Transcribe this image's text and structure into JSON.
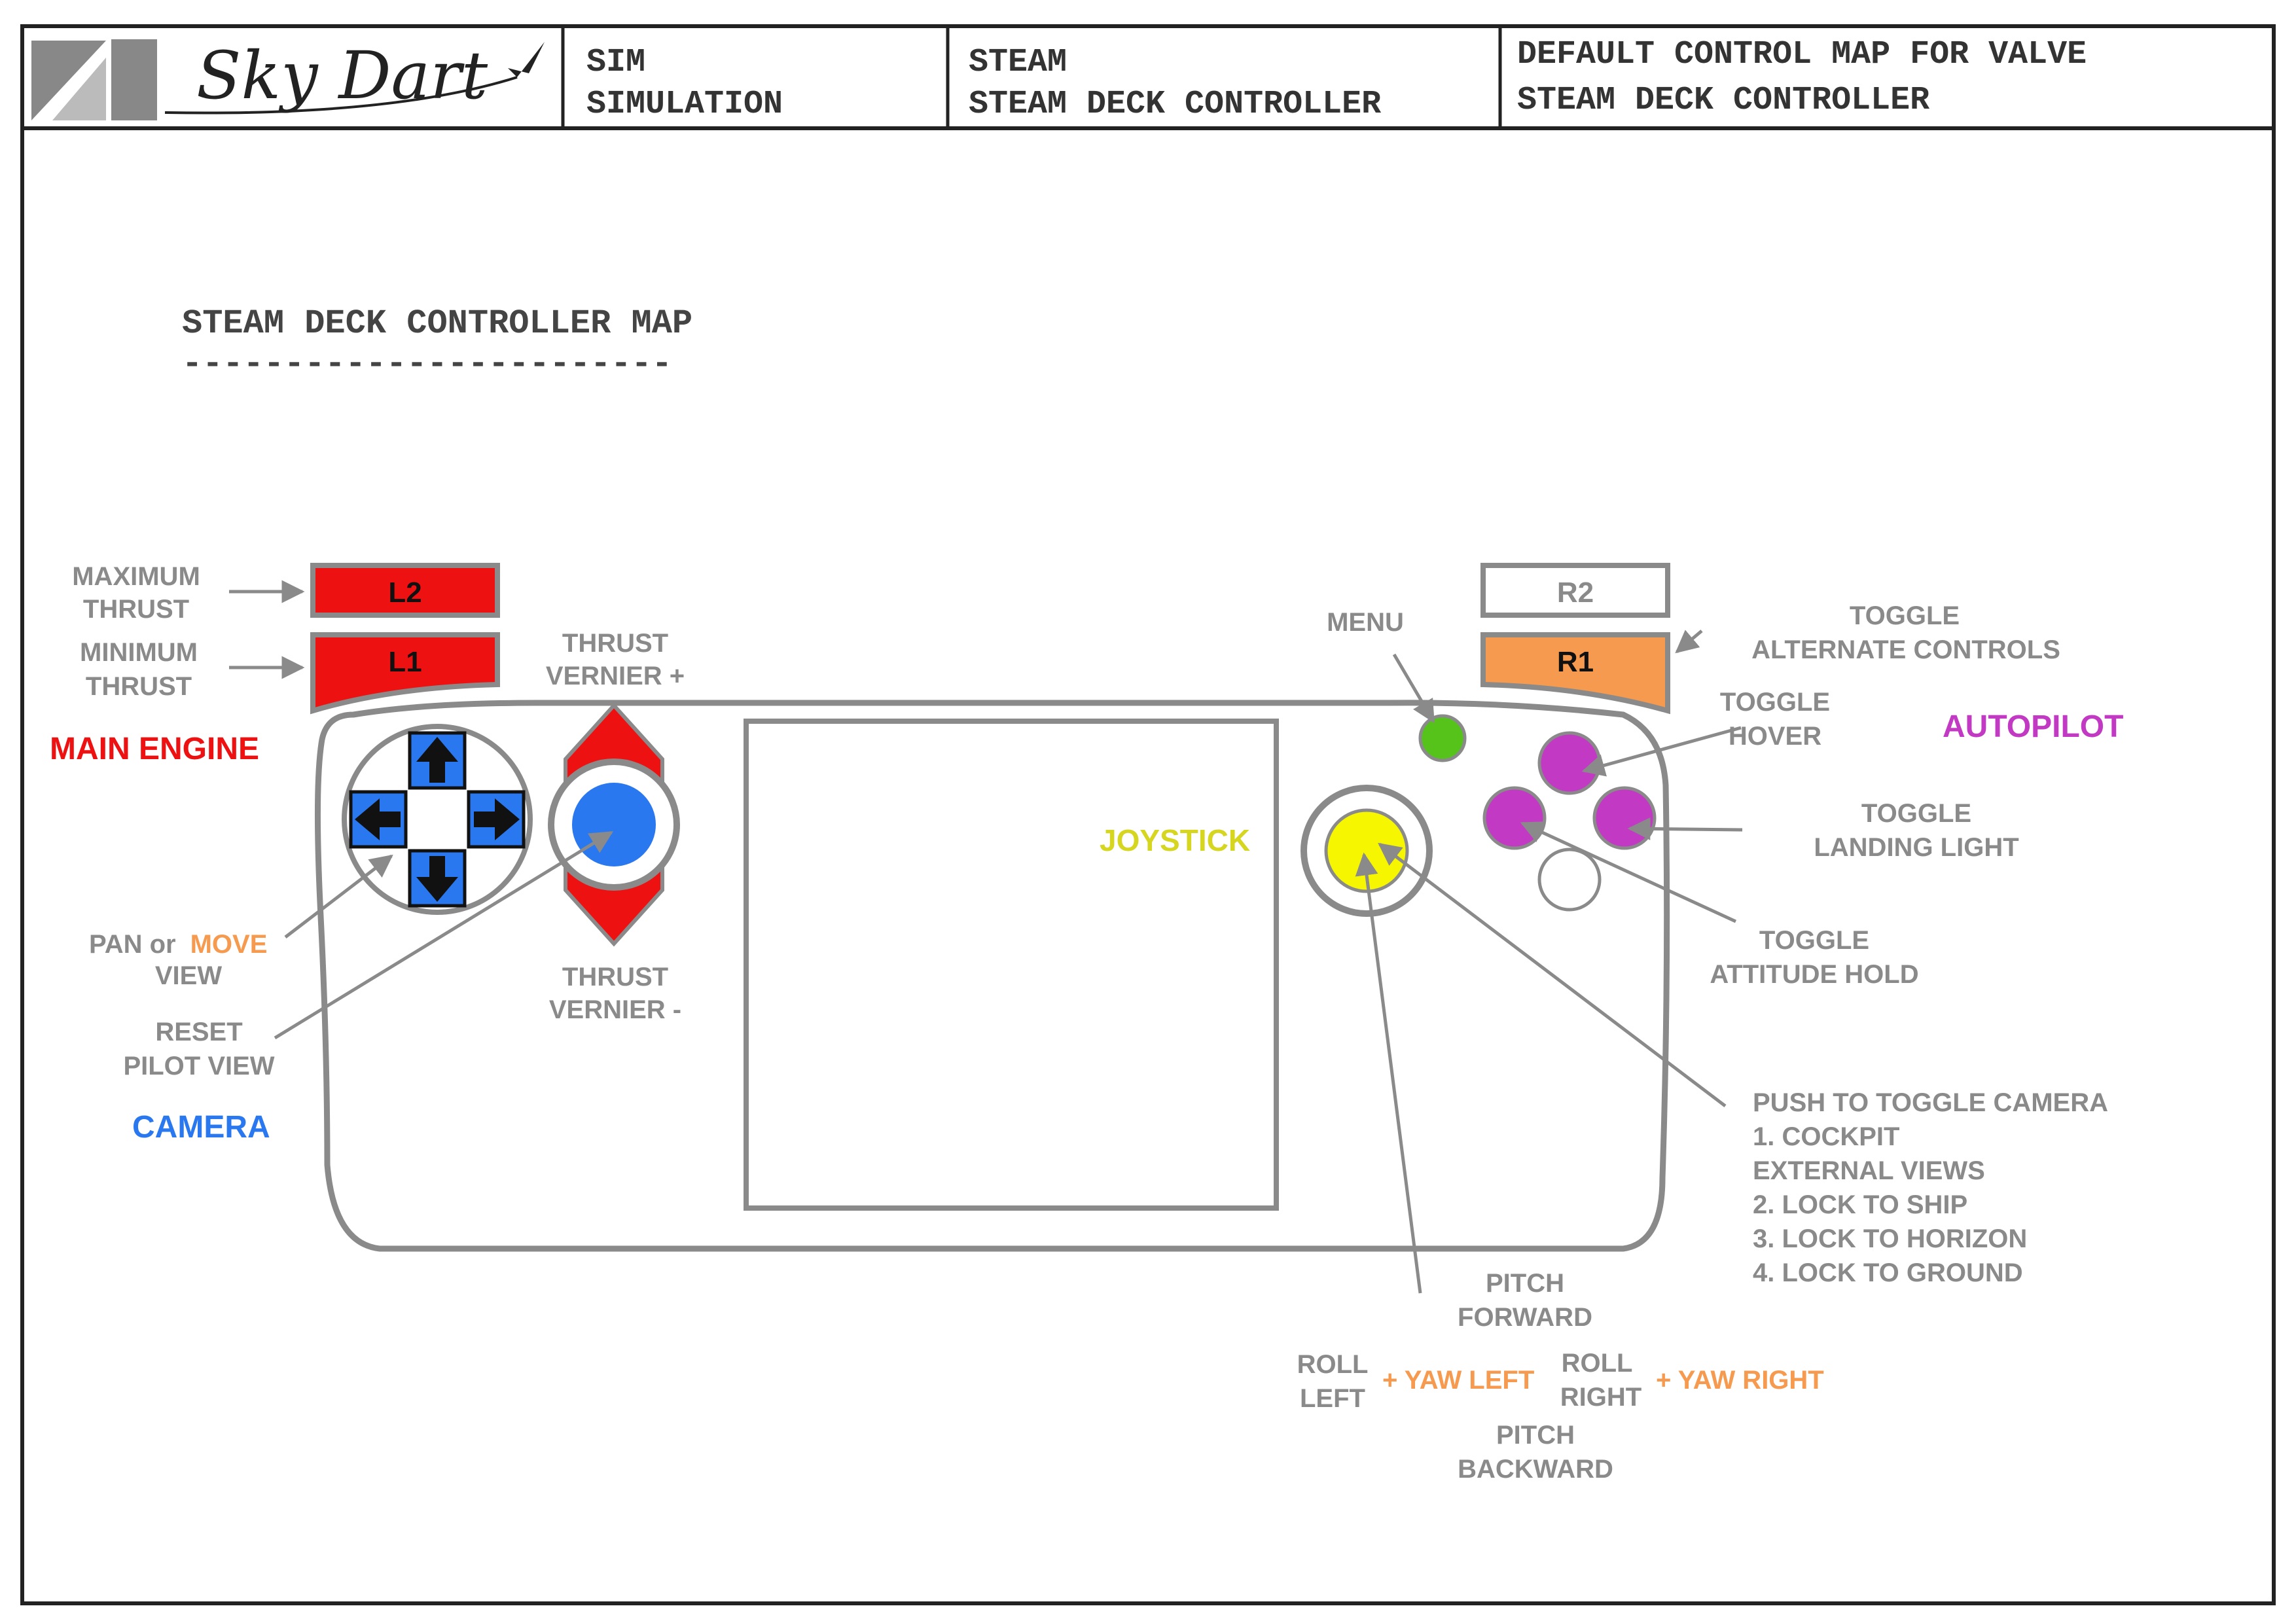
{
  "title_block": {
    "logo_text": "Sky Dart",
    "cell1": [
      "SIM",
      "SIMULATION"
    ],
    "cell2": [
      "STEAM",
      "STEAM DECK CONTROLLER"
    ],
    "cell3": [
      "DEFAULT CONTROL MAP FOR VALVE",
      "STEAM DECK CONTROLLER"
    ]
  },
  "page_heading": "STEAM DECK CONTROLLER MAP",
  "page_heading_rule": "------------------------",
  "buttons": {
    "l2": "L2",
    "l1": "L1",
    "r2": "R2",
    "r1": "R1"
  },
  "labels": {
    "maximum_thrust": [
      "MAXIMUM",
      "THRUST"
    ],
    "minimum_thrust": [
      "MINIMUM",
      "THRUST"
    ],
    "main_engine": "MAIN ENGINE",
    "thrust_vernier_plus": [
      "THRUST",
      "VERNIER +"
    ],
    "thrust_vernier_minus": [
      "THRUST",
      "VERNIER -"
    ],
    "pan_or": "PAN or",
    "move": "MOVE",
    "view": "VIEW",
    "reset_pilot_view": [
      "RESET",
      "PILOT VIEW"
    ],
    "camera": "CAMERA",
    "menu": "MENU",
    "joystick": "JOYSTICK",
    "toggle_alternate_controls": [
      "TOGGLE",
      "ALTERNATE  CONTROLS"
    ],
    "toggle_hover": [
      "TOGGLE",
      "HOVER"
    ],
    "autopilot": "AUTOPILOT",
    "toggle_landing_light": [
      "TOGGLE",
      "LANDING LIGHT"
    ],
    "toggle_attitude_hold": [
      "TOGGLE",
      "ATTITUDE HOLD"
    ],
    "push_to_toggle_camera": [
      "PUSH TO TOGGLE CAMERA",
      "1. COCKPIT",
      "EXTERNAL VIEWS",
      "2. LOCK TO SHIP",
      "3. LOCK TO HORIZON",
      "4. LOCK TO GROUND"
    ],
    "pitch_forward": [
      "PITCH",
      "FORWARD"
    ],
    "roll_left": [
      "ROLL",
      "LEFT"
    ],
    "yaw_left": "+ YAW LEFT",
    "roll_right": [
      "ROLL",
      "RIGHT"
    ],
    "yaw_right": "+ YAW RIGHT",
    "pitch_backward": [
      "PITCH",
      "BACKWARD"
    ]
  },
  "colors": {
    "frame": "#222222",
    "device_outline": "#8a8a8a",
    "label_gray": "#8a8a8a",
    "red": "#ee1111",
    "orange": "#f59a4e",
    "blue": "#2a78f0",
    "yellow": "#f6f600",
    "green": "#55c31a",
    "magenta": "#c23ac3",
    "joystick_label": "#d6d620"
  }
}
